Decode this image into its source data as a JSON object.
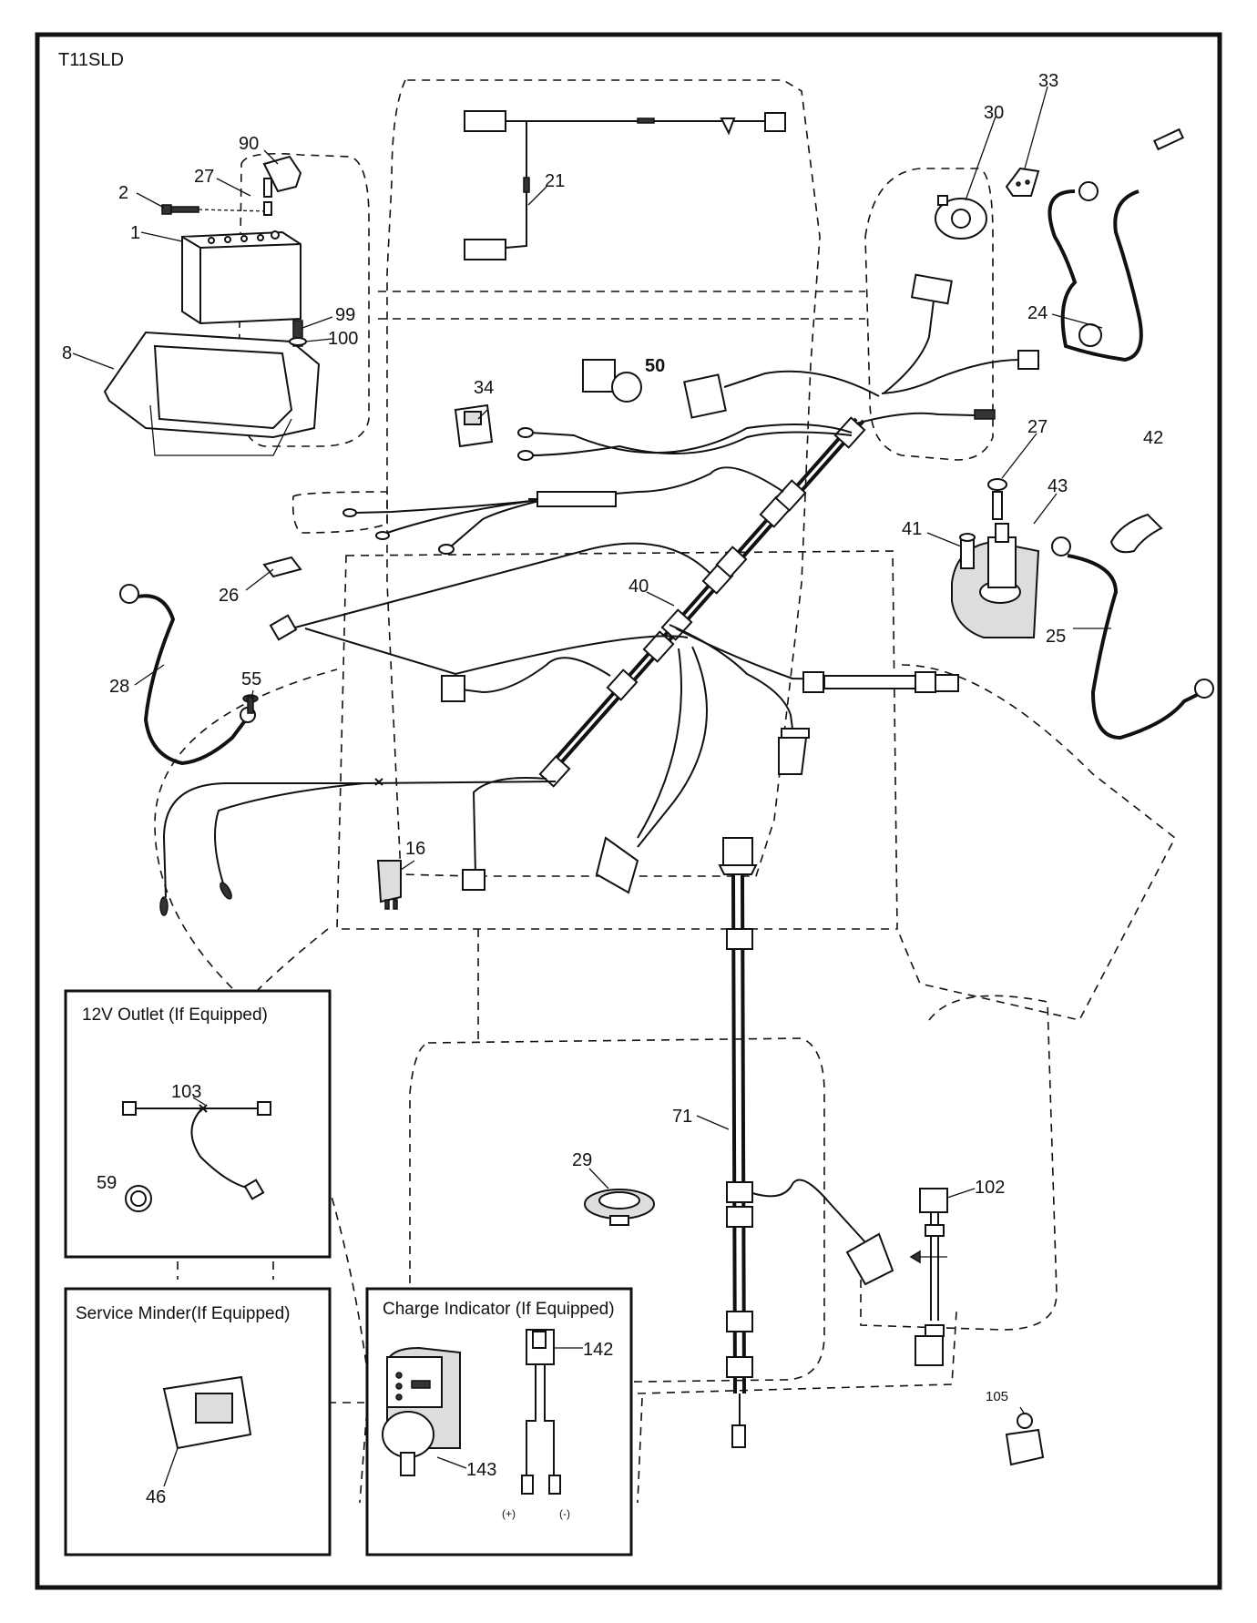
{
  "diagram_code": "T11SLD",
  "part_labels": {
    "p1": "1",
    "p2": "2",
    "p8": "8",
    "p16": "16",
    "p21": "21",
    "p24": "24",
    "p25": "25",
    "p26": "26",
    "p27a": "27",
    "p27b": "27",
    "p28": "28",
    "p29": "29",
    "p30": "30",
    "p33": "33",
    "p34": "34",
    "p40": "40",
    "p41": "41",
    "p42": "42",
    "p43": "43",
    "p46": "46",
    "p50": "50",
    "p55": "55",
    "p59": "59",
    "p71": "71",
    "p90": "90",
    "p99": "99",
    "p100": "100",
    "p102": "102",
    "p103": "103",
    "p105": "105",
    "p142": "142",
    "p143": "143"
  },
  "insets": {
    "outlet_title": "12V Outlet (If Equipped)",
    "service_title": "Service Minder(If Equipped)",
    "charge_title": "Charge Indicator (If Equipped)",
    "plus": "(+)",
    "minus": "(-)"
  }
}
